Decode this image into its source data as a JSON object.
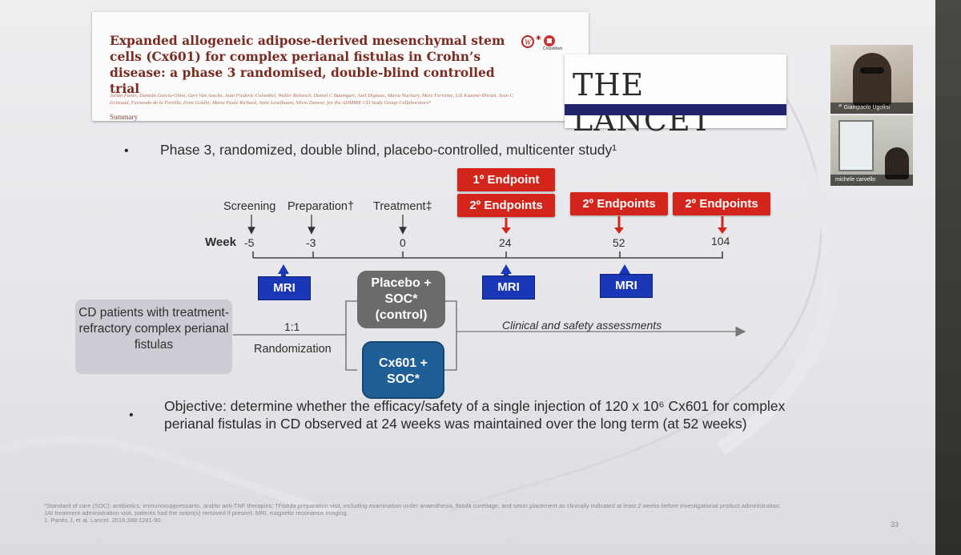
{
  "paper": {
    "title": "Expanded allogeneic adipose-derived mesenchymal stem cells (Cx601) for complex perianal fistulas in Crohn’s disease: a phase 3 randomised, double-blind controlled trial",
    "authors": "Julián Panés, Damián García-Olmo, Gert Van Assche, Jean Frederic Colombel, Walter Reinisch, Daniel C Baumgart, Axel Dignass, Maria Nachury, Marc Ferrante, Lili Kazemi-Shirazi, Jean C Grimaud, Fernando de la Portilla, Eran Goldin, Marie Paule Richard, Anne Leselbaum, Silvio Danese, for the ADMIRE CD Study Group Collaborators*",
    "summary": "Summary",
    "crossmark": "CrossMark"
  },
  "journal": {
    "name": "THE LANCET"
  },
  "bullet1": "Phase 3, randomized, double blind, placebo-controlled, multicenter study¹",
  "timeline": {
    "phases": {
      "screening": "Screening",
      "preparation": "Preparation†",
      "treatment": "Treatment‡"
    },
    "week_label": "Week",
    "weeks": [
      "-5",
      "-3",
      "0",
      "24",
      "52",
      "104"
    ],
    "primary_endpoint": "1º Endpoint",
    "secondary_endpoints": "2º Endpoints",
    "mri": "MRI"
  },
  "design": {
    "population": "CD patients with treatment-refractory complex perianal fistulas",
    "ratio": "1:1",
    "randomization": "Randomization",
    "placebo": "Placebo + SOC* (control)",
    "cx601": "Cx601 + SOC*",
    "assessments": "Clinical and safety assessments"
  },
  "objective": "Objective: determine whether the efficacy/safety of a single injection of 120 x 10⁶ Cx601 for complex perianal fistulas in CD observed at 24 weeks was maintained over the long term (at 52 weeks)",
  "footnotes": {
    "f1": "*Standard of care (SOC): antibiotics, immunosuppressants, and/or anti-TNF therapies; †Fistula preparation visit, including examination under anaesthesia, fistula curettage, and seton placement as clinically indicated at least 2 weeks before investigational product administration;",
    "f2": "‡At treatment administration visit, patients had the seton(s) removed if present. MRI, magnetic resonance imaging.",
    "f3": "1. Panés J, et al. Lancet. 2016;388:1281-90."
  },
  "page_number": "33",
  "video": {
    "participant1": "Giampaolo Ugolini",
    "participant2": "michele carvello"
  },
  "colors": {
    "red": "#d4251c",
    "mri_blue": "#1a37b8",
    "placebo_gray": "#6b6b6b",
    "cx601_blue": "#1f5e96",
    "lancet_navy": "#22256b"
  }
}
